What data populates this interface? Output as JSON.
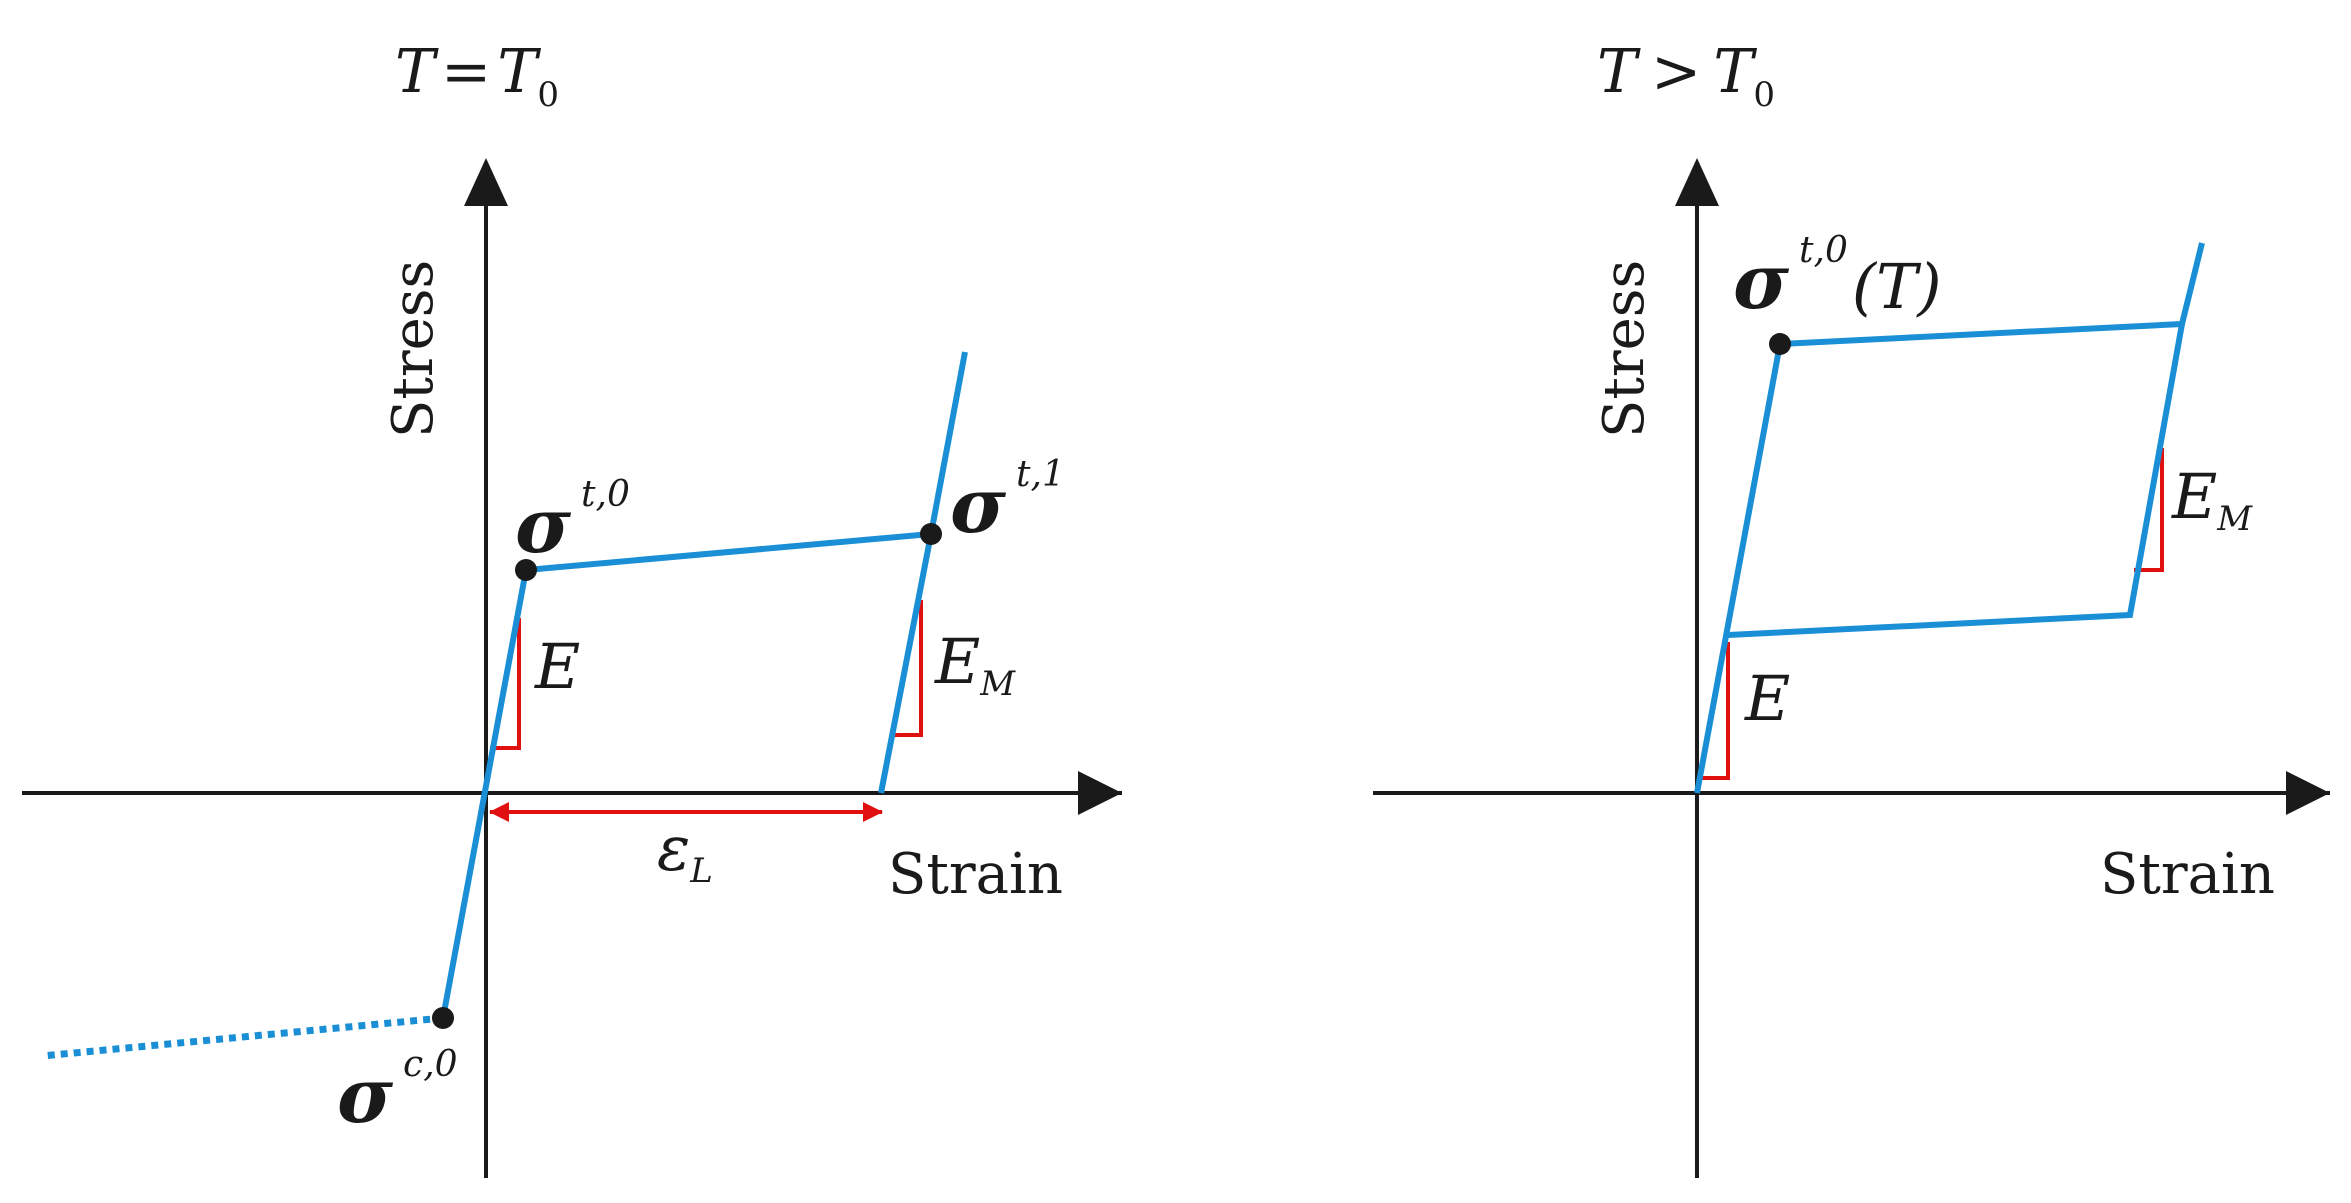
{
  "colors": {
    "axis": "#1a1a1a",
    "curve": "#1a8fd6",
    "slope_marker": "#e01010",
    "strain_arrow": "#e01010",
    "point": "#1a1a1a"
  },
  "left_panel": {
    "title": {
      "lhs": "T",
      "op": "=",
      "rhs": "T",
      "rhs_sub": "0"
    },
    "x_axis_label": "Strain",
    "y_axis_label": "Stress",
    "point_upper_start": {
      "symbol": "σ",
      "sup": "t,0"
    },
    "point_upper_end": {
      "symbol": "σ",
      "sup": "t,1"
    },
    "point_compression": {
      "symbol": "σ",
      "sup": "c,0"
    },
    "slope_austenite": {
      "symbol": "E"
    },
    "slope_martensite": {
      "symbol": "E",
      "sub": "M"
    },
    "strain_span": {
      "symbol": "ε",
      "sub": "L"
    }
  },
  "right_panel": {
    "title": {
      "lhs": "T",
      "op": ">",
      "rhs": "T",
      "rhs_sub": "0"
    },
    "x_axis_label": "Strain",
    "y_axis_label": "Stress",
    "point_upper_start": {
      "symbol": "σ",
      "sup": "t,0",
      "arg": "(T)"
    },
    "slope_austenite": {
      "symbol": "E"
    },
    "slope_martensite": {
      "symbol": "E",
      "sub": "M"
    }
  }
}
